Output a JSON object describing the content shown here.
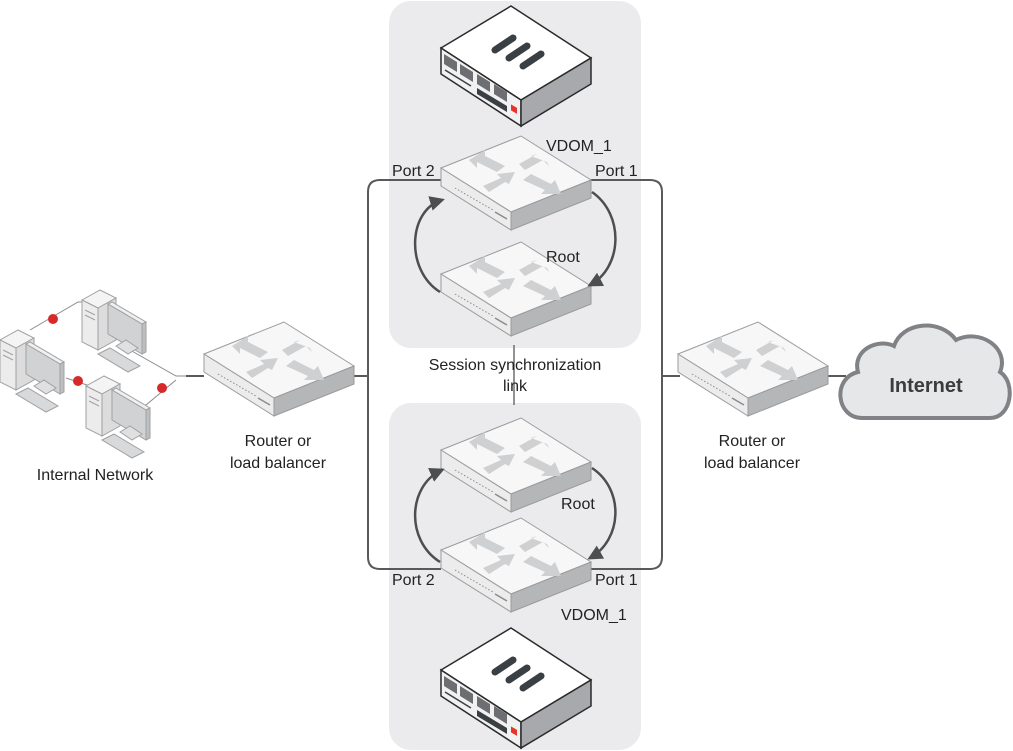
{
  "diagram": {
    "title": "FortiGate HA cluster with VDOMs and session synchronization",
    "colors": {
      "panel_bg": "#ebebed",
      "line": "#58595b",
      "device_top": "#f7f7f7",
      "device_front": "#ececec",
      "device_side": "#b5b6b8",
      "arrow_fill": "#cfd0d2",
      "cloud_fill": "#e6e7e8",
      "cloud_stroke": "#808285",
      "link_dot": "#d62a2a",
      "fortigate_logo": "#e8352a",
      "fortigate_stripe": "#3a3f44"
    },
    "nodes": {
      "internal_network": {
        "label": "Internal Network",
        "icon": "computer-cluster-icon"
      },
      "router_left": {
        "label_line1": "Router or",
        "label_line2": "load balancer",
        "icon": "router-icon"
      },
      "router_right": {
        "label_line1": "Router or",
        "label_line2": "load balancer",
        "icon": "router-icon"
      },
      "internet": {
        "label": "Internet",
        "icon": "cloud-icon"
      },
      "fortigate_top": {
        "icon": "fortigate-appliance-icon"
      },
      "fortigate_bottom": {
        "icon": "fortigate-appliance-icon"
      },
      "top_cluster": {
        "vdom_upper": {
          "label": "VDOM_1",
          "port_left": "Port 2",
          "port_right": "Port 1"
        },
        "vdom_lower": {
          "label": "Root"
        }
      },
      "bottom_cluster": {
        "vdom_upper": {
          "label": "Root"
        },
        "vdom_lower": {
          "label": "VDOM_1",
          "port_left": "Port 2",
          "port_right": "Port 1"
        }
      }
    },
    "links": {
      "session_sync": {
        "label_line1": "Session synchronization",
        "label_line2": "link"
      }
    }
  }
}
